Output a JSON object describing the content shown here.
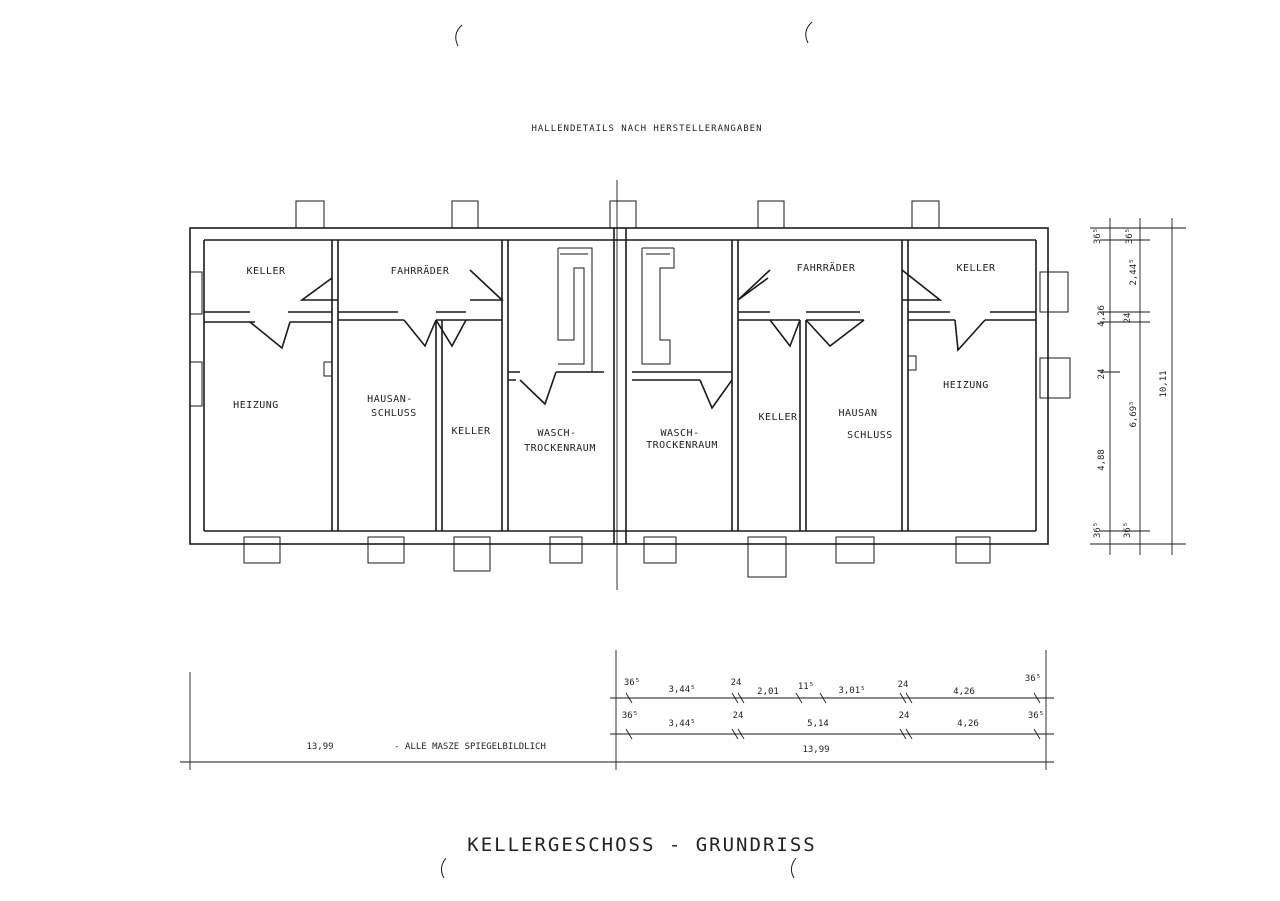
{
  "header_note": "HALLENDETAILS NACH HERSTELLERANGABEN",
  "title": "KELLERGESCHOSS - GRUNDRISS",
  "rooms_left": {
    "keller_top": "KELLER",
    "fahrraeder": "FAHRRÄDER",
    "heizung": "HEIZUNG",
    "hausanschluss_1": "HAUSAN-",
    "hausanschluss_2": "SCHLUSS",
    "keller_mid": "KELLER",
    "wasch_1": "WASCH-",
    "wasch_2": "TROCKENRAUM"
  },
  "rooms_right": {
    "wasch_1": "WASCH-",
    "wasch_2": "TROCKENRAUM",
    "keller_mid": "KELLER",
    "hausanschluss_1": "HAUSAN",
    "hausanschluss_2": "SCHLUSS",
    "fahrraeder": "FAHRRÄDER",
    "keller_top": "KELLER",
    "heizung": "HEIZUNG"
  },
  "vertical_dims": {
    "outer": [
      "36⁵",
      "4,26",
      "24",
      "4,88",
      "36⁵"
    ],
    "inner": [
      "36⁵",
      "2,44⁵",
      "24",
      "6,69⁵",
      "36⁵"
    ],
    "total": "10,11"
  },
  "horizontal_dims": {
    "row1": [
      "36⁵",
      "3,44⁵",
      "24",
      "2,01",
      "11⁵",
      "3,01⁵",
      "24",
      "4,26",
      "36⁵"
    ],
    "row2": [
      "36⁵",
      "3,44⁵",
      "24",
      "5,14",
      "24",
      "4,26",
      "36⁵"
    ],
    "total_left": "13,99",
    "total_right": "13,99",
    "mirror_note": "- ALLE MASZE SPIEGELBILDLICH"
  }
}
